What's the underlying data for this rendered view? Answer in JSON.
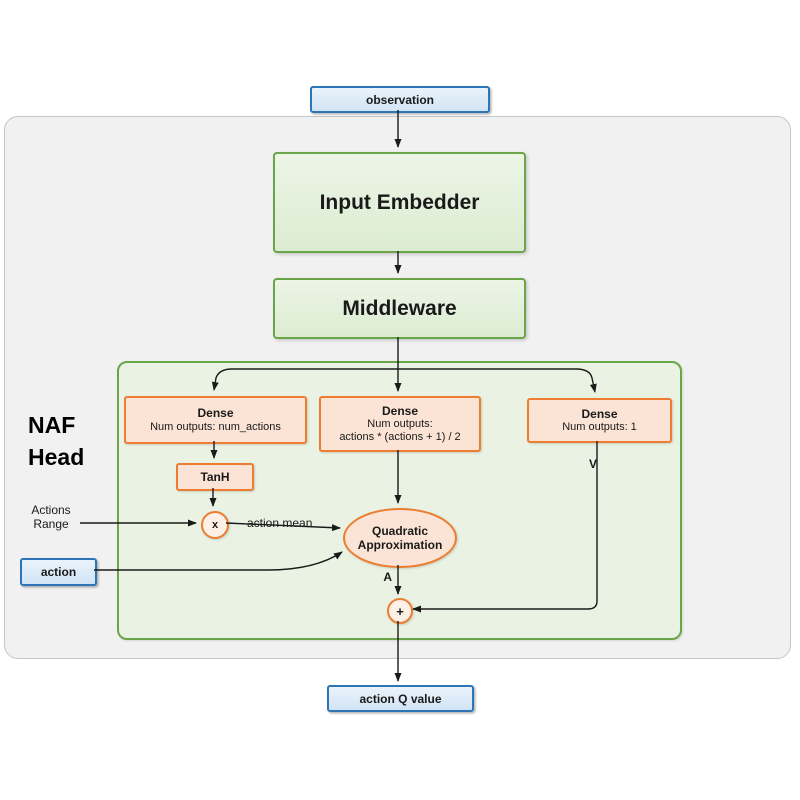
{
  "nodes": {
    "observation": {
      "label": "observation"
    },
    "input_embedder": {
      "label": "Input Embedder"
    },
    "middleware": {
      "label": "Middleware"
    },
    "naf_head": {
      "line1": "NAF",
      "line2": "Head"
    },
    "dense_actions": {
      "title": "Dense",
      "line1": "Num outputs: num_actions"
    },
    "dense_quadratic": {
      "title": "Dense",
      "line1": "Num outputs:",
      "line2": "actions * (actions + 1) / 2"
    },
    "dense_value": {
      "title": "Dense",
      "line1": "Num outputs: 1"
    },
    "tanh": {
      "label": "TanH"
    },
    "quadratic": {
      "line1": "Quadratic",
      "line2": "Approximation"
    },
    "action": {
      "label": "action"
    },
    "action_q_value": {
      "label": "action Q value"
    }
  },
  "ops": {
    "multiply": "x",
    "plus": "+"
  },
  "annotations": {
    "actions_range_line1": "Actions",
    "actions_range_line2": "Range",
    "action_mean": "action mean",
    "advantage": "A",
    "state_value": "V"
  },
  "colors": {
    "blue_border": "#2E75B6",
    "blue_fill": "#D9E8F6",
    "green_border": "#6AA649",
    "green_fill": "#E3EFDC",
    "naf_panel_fill": "#E9F2E3",
    "orange_border": "#EC7D31",
    "orange_fill": "#FBE4D5",
    "panel_fill": "#F1F1F1",
    "panel_border": "#C6C6C6",
    "line": "#1A1A1A"
  }
}
